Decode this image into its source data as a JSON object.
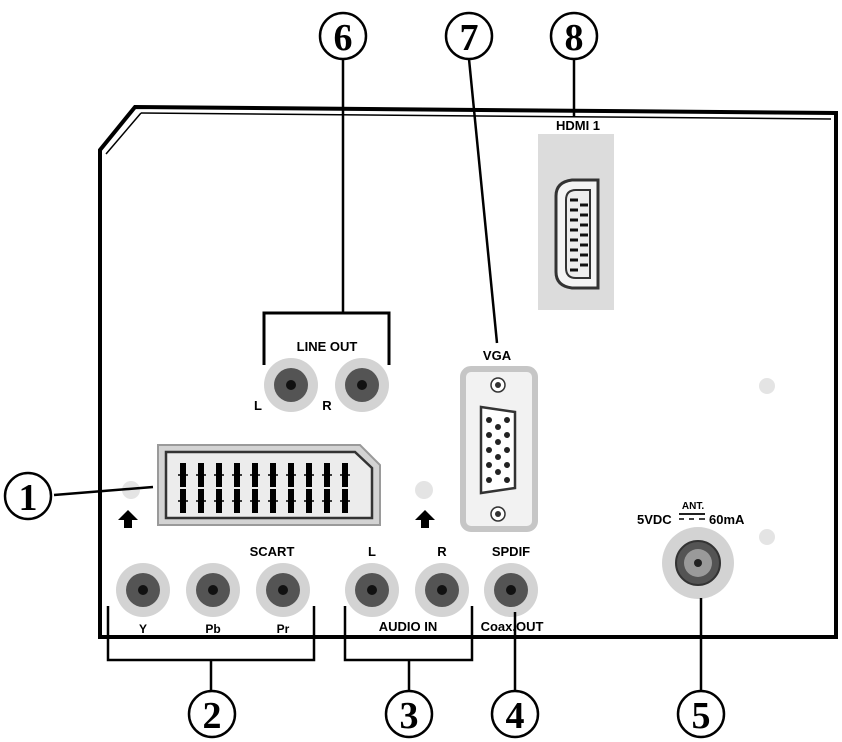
{
  "callouts": [
    {
      "number": "1"
    },
    {
      "number": "2"
    },
    {
      "number": "3"
    },
    {
      "number": "4"
    },
    {
      "number": "5"
    },
    {
      "number": "6"
    },
    {
      "number": "7"
    },
    {
      "number": "8"
    }
  ],
  "labels": {
    "hdmi": "HDMI 1",
    "line_out": "LINE OUT",
    "line_out_l": "L",
    "line_out_r": "R",
    "vga": "VGA",
    "scart": "SCART",
    "audio_l": "L",
    "audio_r": "R",
    "spdif": "SPDIF",
    "y": "Y",
    "pb": "Pb",
    "pr": "Pr",
    "audio_in": "AUDIO IN",
    "coax_out": "Coax.OUT",
    "ant": "ANT.",
    "power_left": "5VDC",
    "power_right": "60mA"
  },
  "colors": {
    "panel_outline": "#000000",
    "jack_ring": "#d3d3d3",
    "jack_body": "#545454",
    "jack_pin": "#111111",
    "hdmi_bg": "#dcdcdc"
  }
}
